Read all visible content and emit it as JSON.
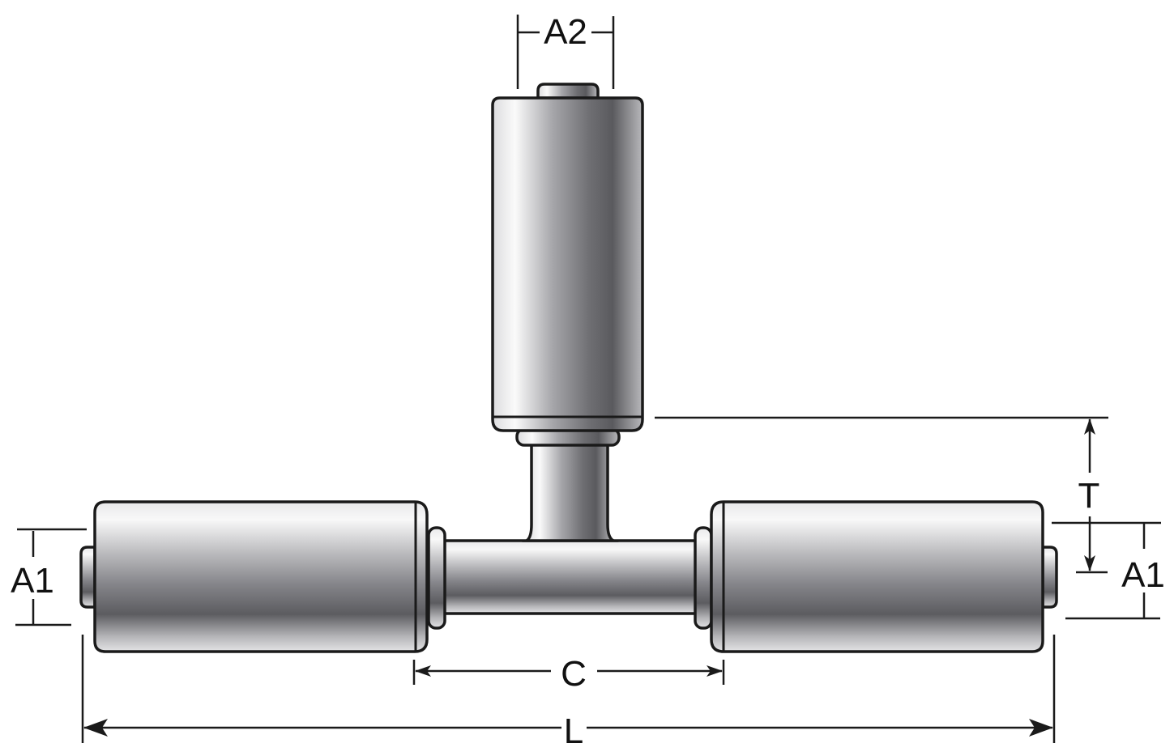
{
  "figure": {
    "subject": "Tee fitting (3 crimp ferrules) technical drawing",
    "background_color": "#ffffff",
    "line_color": "#1a1a1a",
    "metal_gradient": [
      "#f7f7f7",
      "#d0d0d2",
      "#9a9a9e",
      "#6a6a6e",
      "#5a5a5e",
      "#9a9a9e",
      "#e8e8ea"
    ]
  },
  "dimensions": {
    "a2": {
      "label": "A2",
      "meaning": "branch port diameter"
    },
    "a1_left": {
      "label": "A1",
      "meaning": "run port diameter (left)"
    },
    "a1_right": {
      "label": "A1",
      "meaning": "run port diameter (right)"
    },
    "t": {
      "label": "T",
      "meaning": "branch offset height"
    },
    "c": {
      "label": "C",
      "meaning": "center span between ferrules"
    },
    "l": {
      "label": "L",
      "meaning": "overall length"
    }
  },
  "parts": {
    "branch_ferrule": "vertical ferrule (top)",
    "left_ferrule": "horizontal ferrule (left)",
    "right_ferrule": "horizontal ferrule (right)",
    "tee_body": "tee body tube"
  }
}
